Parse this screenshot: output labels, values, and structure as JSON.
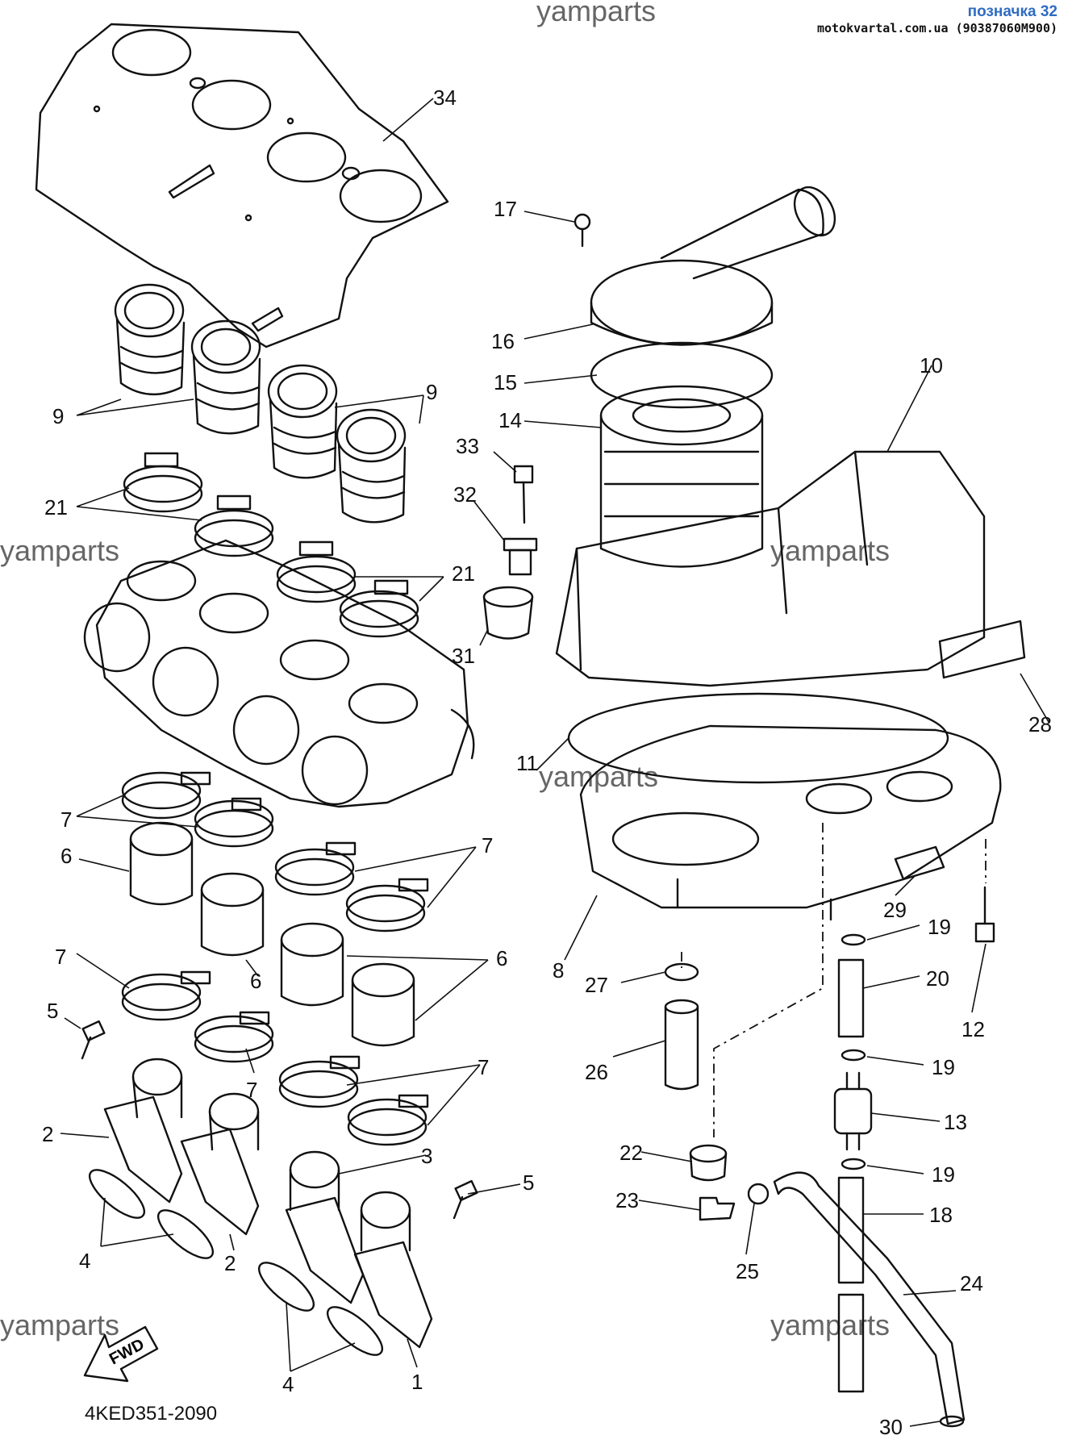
{
  "header": {
    "watermark_top": "yamparts",
    "tag": "позначка 32",
    "source": "motokvartal.com.ua (90387060M900)"
  },
  "watermarks": [
    "yamparts",
    "yamparts",
    "yamparts",
    "yamparts",
    "yamparts"
  ],
  "diagram_code": "4KED351-2090",
  "fwd_label": "FWD",
  "callouts": [
    "34",
    "17",
    "16",
    "15",
    "10",
    "14",
    "9",
    "9",
    "33",
    "21",
    "32",
    "21",
    "31",
    "28",
    "11",
    "7",
    "6",
    "7",
    "29",
    "19",
    "8",
    "7",
    "6",
    "6",
    "27",
    "20",
    "12",
    "5",
    "19",
    "26",
    "7",
    "13",
    "7",
    "2",
    "3",
    "22",
    "19",
    "5",
    "23",
    "18",
    "25",
    "4",
    "2",
    "24",
    "1",
    "4",
    "30"
  ]
}
